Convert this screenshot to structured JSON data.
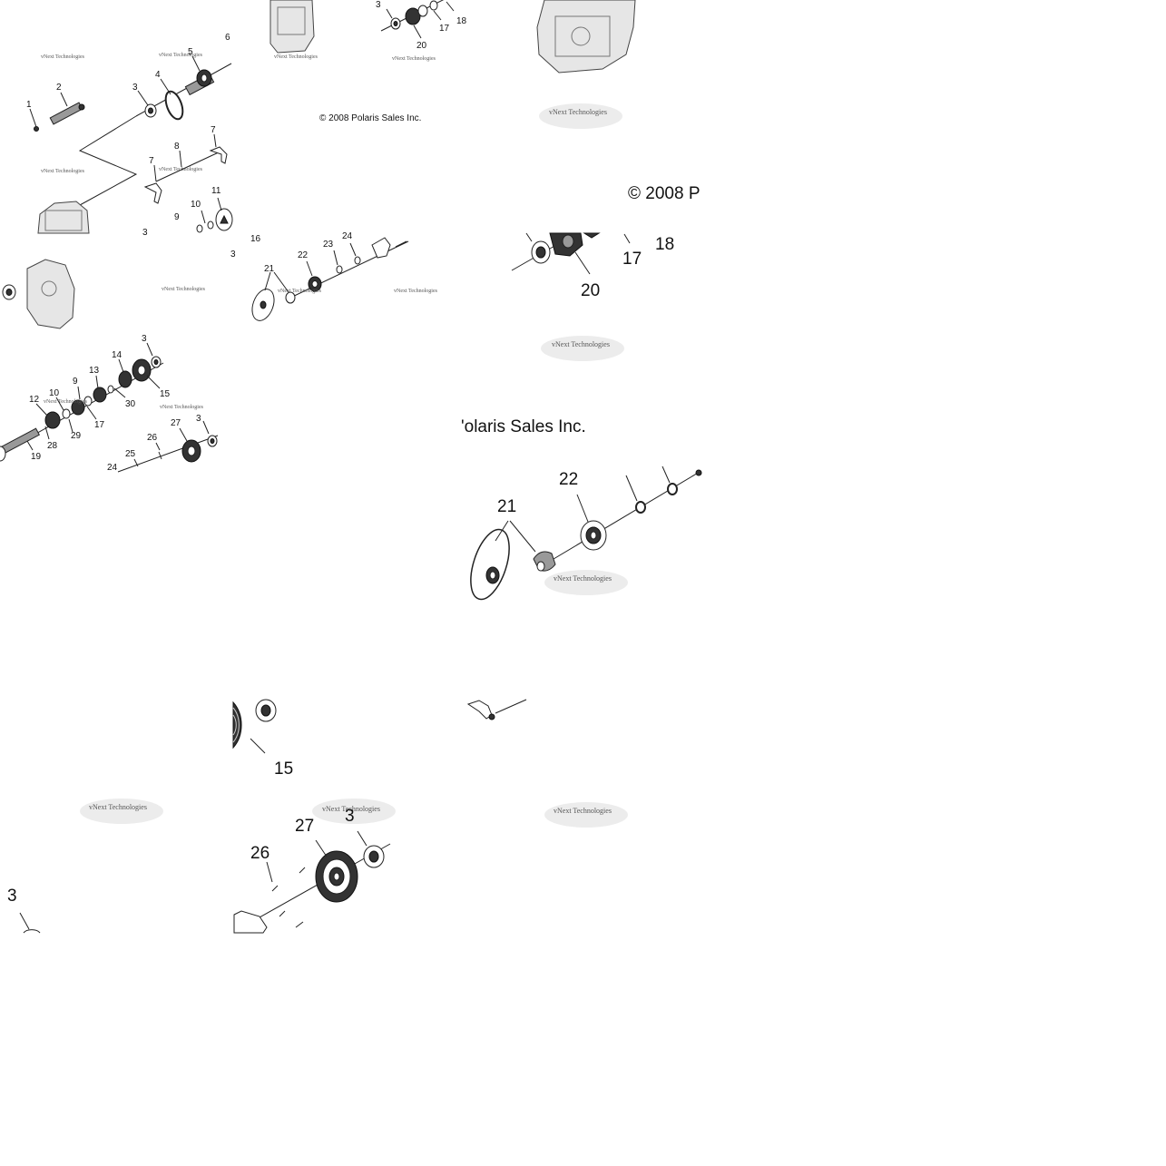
{
  "diagram": {
    "copyright_small": "© 2008 Polaris Sales Inc.",
    "copyright_large_a": "© 2008 P",
    "copyright_large_b": "'olaris Sales Inc.",
    "watermark": "vNext Technologies",
    "tile_top_left_labels": [
      "1",
      "2",
      "3",
      "4",
      "5",
      "6",
      "7",
      "7",
      "8",
      "9",
      "10",
      "11",
      "3"
    ],
    "tile_top_middle_labels": [
      "3",
      "18",
      "17",
      "20"
    ],
    "tile_mid_middle_labels": [
      "16",
      "21",
      "22",
      "23",
      "24",
      "3"
    ],
    "tile_mid_left_labels": [
      "3",
      "14",
      "13",
      "9",
      "10",
      "12",
      "30",
      "15",
      "17",
      "28",
      "29",
      "19",
      "27",
      "3",
      "26",
      "25",
      "24"
    ],
    "tile_zoom_right_labels": [
      "18",
      "17",
      "20"
    ],
    "tile_zoom_21_labels": [
      "21",
      "22"
    ],
    "tile_zoom_15_labels": [
      "15"
    ],
    "tile_zoom_27_labels": [
      "27",
      "3",
      "26"
    ],
    "tile_zoom_left_labels": [
      "3"
    ]
  }
}
